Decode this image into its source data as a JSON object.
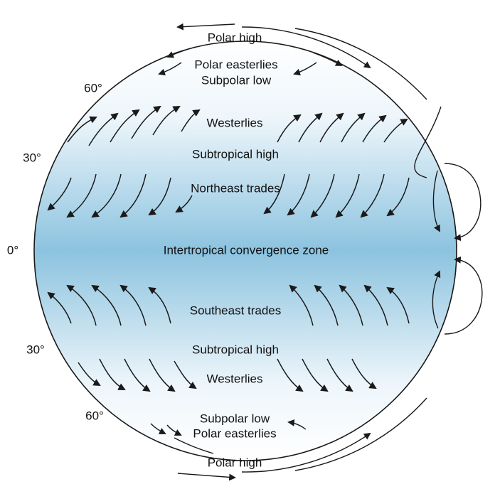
{
  "labels": {
    "polar_high_north": "Polar high",
    "polar_easterlies_north": "Polar easterlies",
    "subpolar_low_north": "Subpolar low",
    "westerlies_north": "Westerlies",
    "subtropical_high_north": "Subtropical high",
    "northeast_trades": "Northeast trades",
    "itcz": "Intertropical convergence zone",
    "southeast_trades": "Southeast trades",
    "subtropical_high_south": "Subtropical high",
    "westerlies_south": "Westerlies",
    "subpolar_low_south": "Subpolar low",
    "polar_easterlies_south": "Polar easterlies",
    "polar_high_south": "Polar high"
  },
  "latitudes": {
    "n60": "60°",
    "n30": "30°",
    "equator": "0°",
    "s30": "30°",
    "s60": "60°"
  },
  "colors": {
    "globe_edge": "#ffffff",
    "globe_center": "#8cc3df",
    "arrow": "#1a1a1a"
  }
}
